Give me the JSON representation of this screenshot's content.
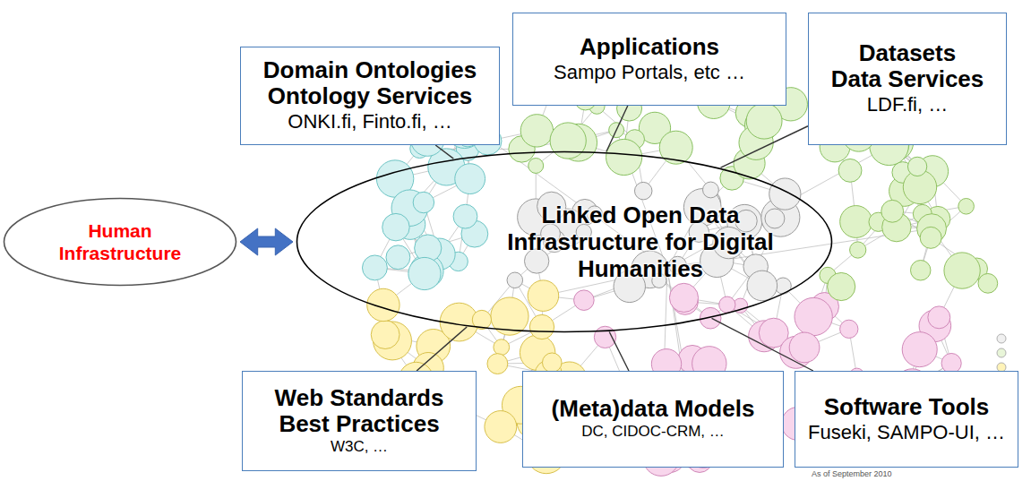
{
  "diagram": {
    "nodes": [
      {
        "text": [
          "Human Infrastructure"
        ]
      },
      {
        "text": [
          "Domain Ontologies Ontology Services",
          "ONKI.fi, Finto.fi, …"
        ]
      },
      {
        "text": [
          "Applications",
          "Sampo Portals, etc …"
        ]
      },
      {
        "text": [
          "Datasets Data Services",
          "LDF.fi, …"
        ]
      },
      {
        "text": [
          "Linked Open Data Infrastructure for Digital Humanities"
        ]
      },
      {
        "text": [
          "Web Standards Best Practices",
          "W3C, …"
        ]
      },
      {
        "text": [
          "(Meta)data Models",
          "DC, CIDOC-CRM, …"
        ]
      },
      {
        "text": [
          "Software Tools",
          "Fuseki, SAMPO-UI, …"
        ]
      }
    ],
    "edges": [
      {
        "from": 0,
        "to": 4,
        "arrow": "both"
      },
      {
        "from": 1,
        "to": 4,
        "arrow": "none"
      },
      {
        "from": 2,
        "to": 4,
        "arrow": "none"
      },
      {
        "from": 3,
        "to": 4,
        "arrow": "none"
      },
      {
        "from": 5,
        "to": 4,
        "arrow": "none"
      },
      {
        "from": 6,
        "to": 4,
        "arrow": "none"
      },
      {
        "from": 7,
        "to": 4,
        "arrow": "none"
      }
    ],
    "labels": [
      "As of September 2010"
    ]
  }
}
